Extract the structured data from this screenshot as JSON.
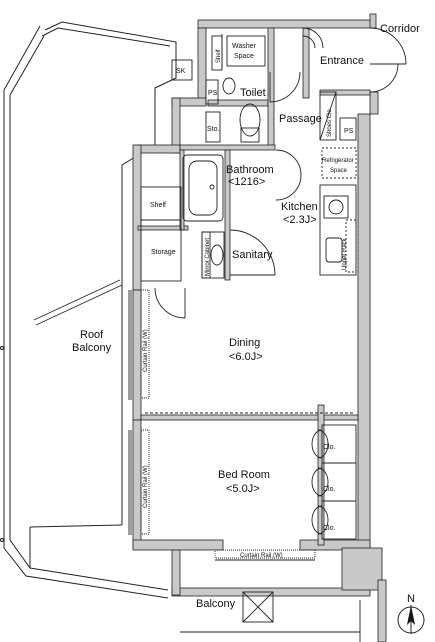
{
  "rooms": {
    "corridor": "Corridor",
    "entrance": "Entrance",
    "washer_space": [
      "Washer",
      "Space"
    ],
    "shelf_top": "Shelf",
    "sk": "SK",
    "ps_toilet": "PS",
    "toilet": "Toilet",
    "sto": "Sto.",
    "passage": "Passage",
    "shoes_clo": "Shoes Clo.",
    "ps_right": "PS",
    "refrigerator_space": [
      "Refrigerator",
      "Space"
    ],
    "bathroom": [
      "Bathroom",
      "<1216>"
    ],
    "kitchen": [
      "Kitchen",
      "<2.3J>"
    ],
    "shelf_storage": "Shelf",
    "storage": "Storage",
    "mirror_cabinet": "Mirror Cabinet",
    "sanitary": "Sanitary",
    "upper_rack": "Upper Rack",
    "roof_balcony": [
      "Roof",
      "Balcony"
    ],
    "dining": [
      "Dining",
      "<6.0J>"
    ],
    "curtain_rail_1": "Curtain Rail (W)",
    "curtain_rail_2": "Curtain Rail (W)",
    "curtain_rail_3": "Curtain Rail (W)",
    "bed_room": [
      "Bed Room",
      "<5.0J>"
    ],
    "clo_1": "Clo.",
    "clo_2": "Clo.",
    "clo_3": "Clo.",
    "balcony": "Balcony",
    "north": "N"
  },
  "colors": {
    "wall_fill": "#c9c9c9",
    "line": "#222222",
    "background": "#ffffff"
  }
}
